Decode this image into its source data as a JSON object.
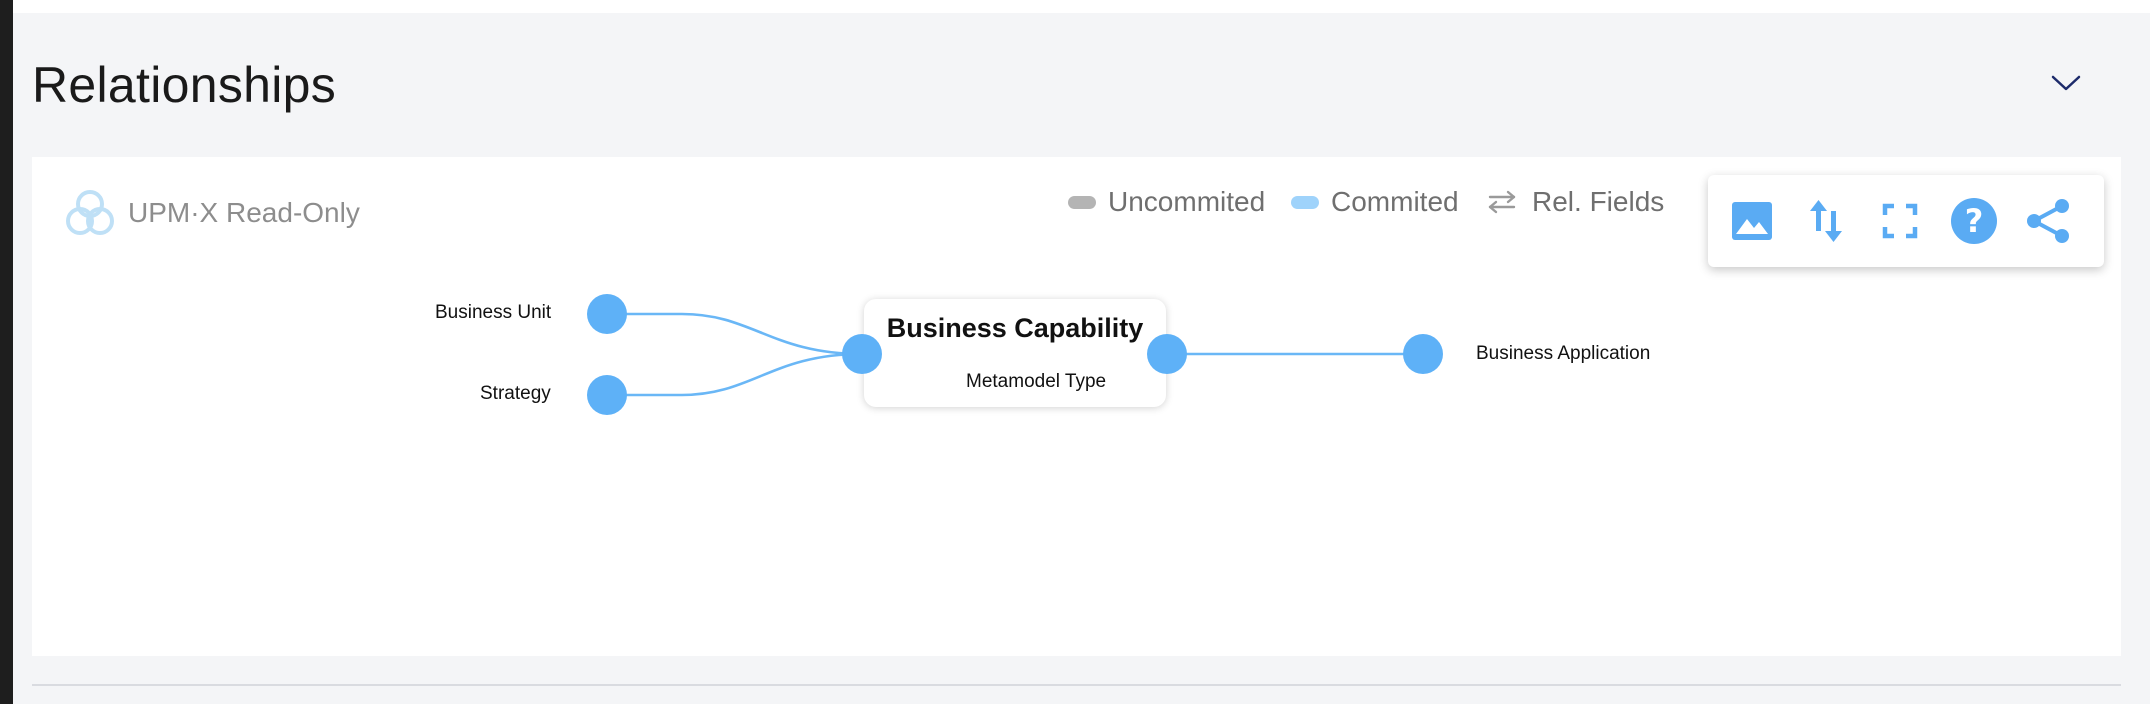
{
  "section": {
    "title": "Relationships",
    "collapse_icon": "chevron-down-icon"
  },
  "brand": {
    "label": "UPM·X Read-Only",
    "icon": "triquetra-logo-icon"
  },
  "legend": {
    "uncommitted": {
      "label": "Uncommited",
      "color": "#b4b4b4"
    },
    "committed": {
      "label": "Commited",
      "color": "#9fd3fb"
    },
    "rel_fields": {
      "label": "Rel. Fields",
      "icon": "swap-arrows-icon"
    }
  },
  "toolbar": {
    "icons": [
      "image-icon",
      "sort-arrows-icon",
      "fullscreen-icon",
      "help-icon",
      "share-icon"
    ],
    "accent": "#5aabf3"
  },
  "graph": {
    "node_color": "#5eb1f7",
    "edge_color": "#6ab7f6",
    "center": {
      "title": "Business Capability",
      "subtitle": "Metamodel Type"
    },
    "inbound": [
      {
        "label": "Business Unit"
      },
      {
        "label": "Strategy"
      }
    ],
    "outbound": [
      {
        "label": "Business Application"
      }
    ]
  }
}
